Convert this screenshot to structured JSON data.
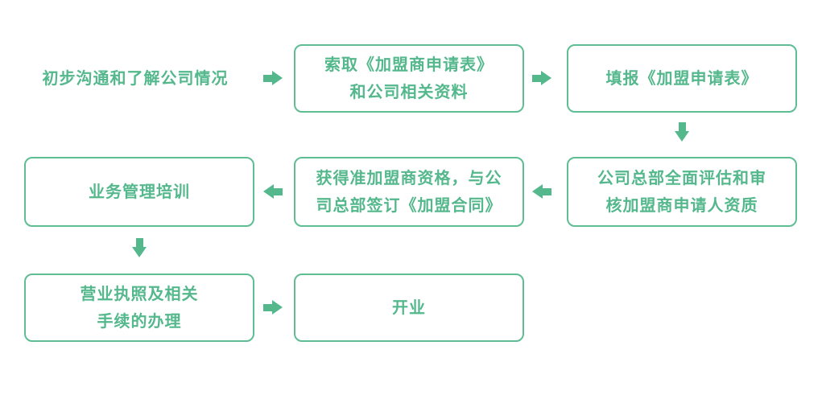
{
  "colors": {
    "accent": "#54b88c",
    "box_border": "#5fbd94",
    "background": "#ffffff"
  },
  "flowchart": {
    "title": "franchise-application-process",
    "steps": [
      {
        "id": "step-1",
        "boxed": false,
        "lines": [
          "初步沟通和了解公司情况"
        ]
      },
      {
        "id": "step-2",
        "boxed": true,
        "lines": [
          "索取《加盟商申请表》",
          "和公司相关资料"
        ]
      },
      {
        "id": "step-3",
        "boxed": true,
        "lines": [
          "填报《加盟申请表》"
        ]
      },
      {
        "id": "step-4",
        "boxed": true,
        "lines": [
          "公司总部全面评估和审",
          "核加盟商申请人资质"
        ]
      },
      {
        "id": "step-5",
        "boxed": true,
        "lines": [
          "获得准加盟商资格，与公",
          "司总部签订《加盟合同》"
        ]
      },
      {
        "id": "step-6",
        "boxed": true,
        "lines": [
          "业务管理培训"
        ]
      },
      {
        "id": "step-7",
        "boxed": true,
        "lines": [
          "营业执照及相关",
          "手续的办理"
        ]
      },
      {
        "id": "step-8",
        "boxed": true,
        "lines": [
          "开业"
        ]
      }
    ]
  }
}
